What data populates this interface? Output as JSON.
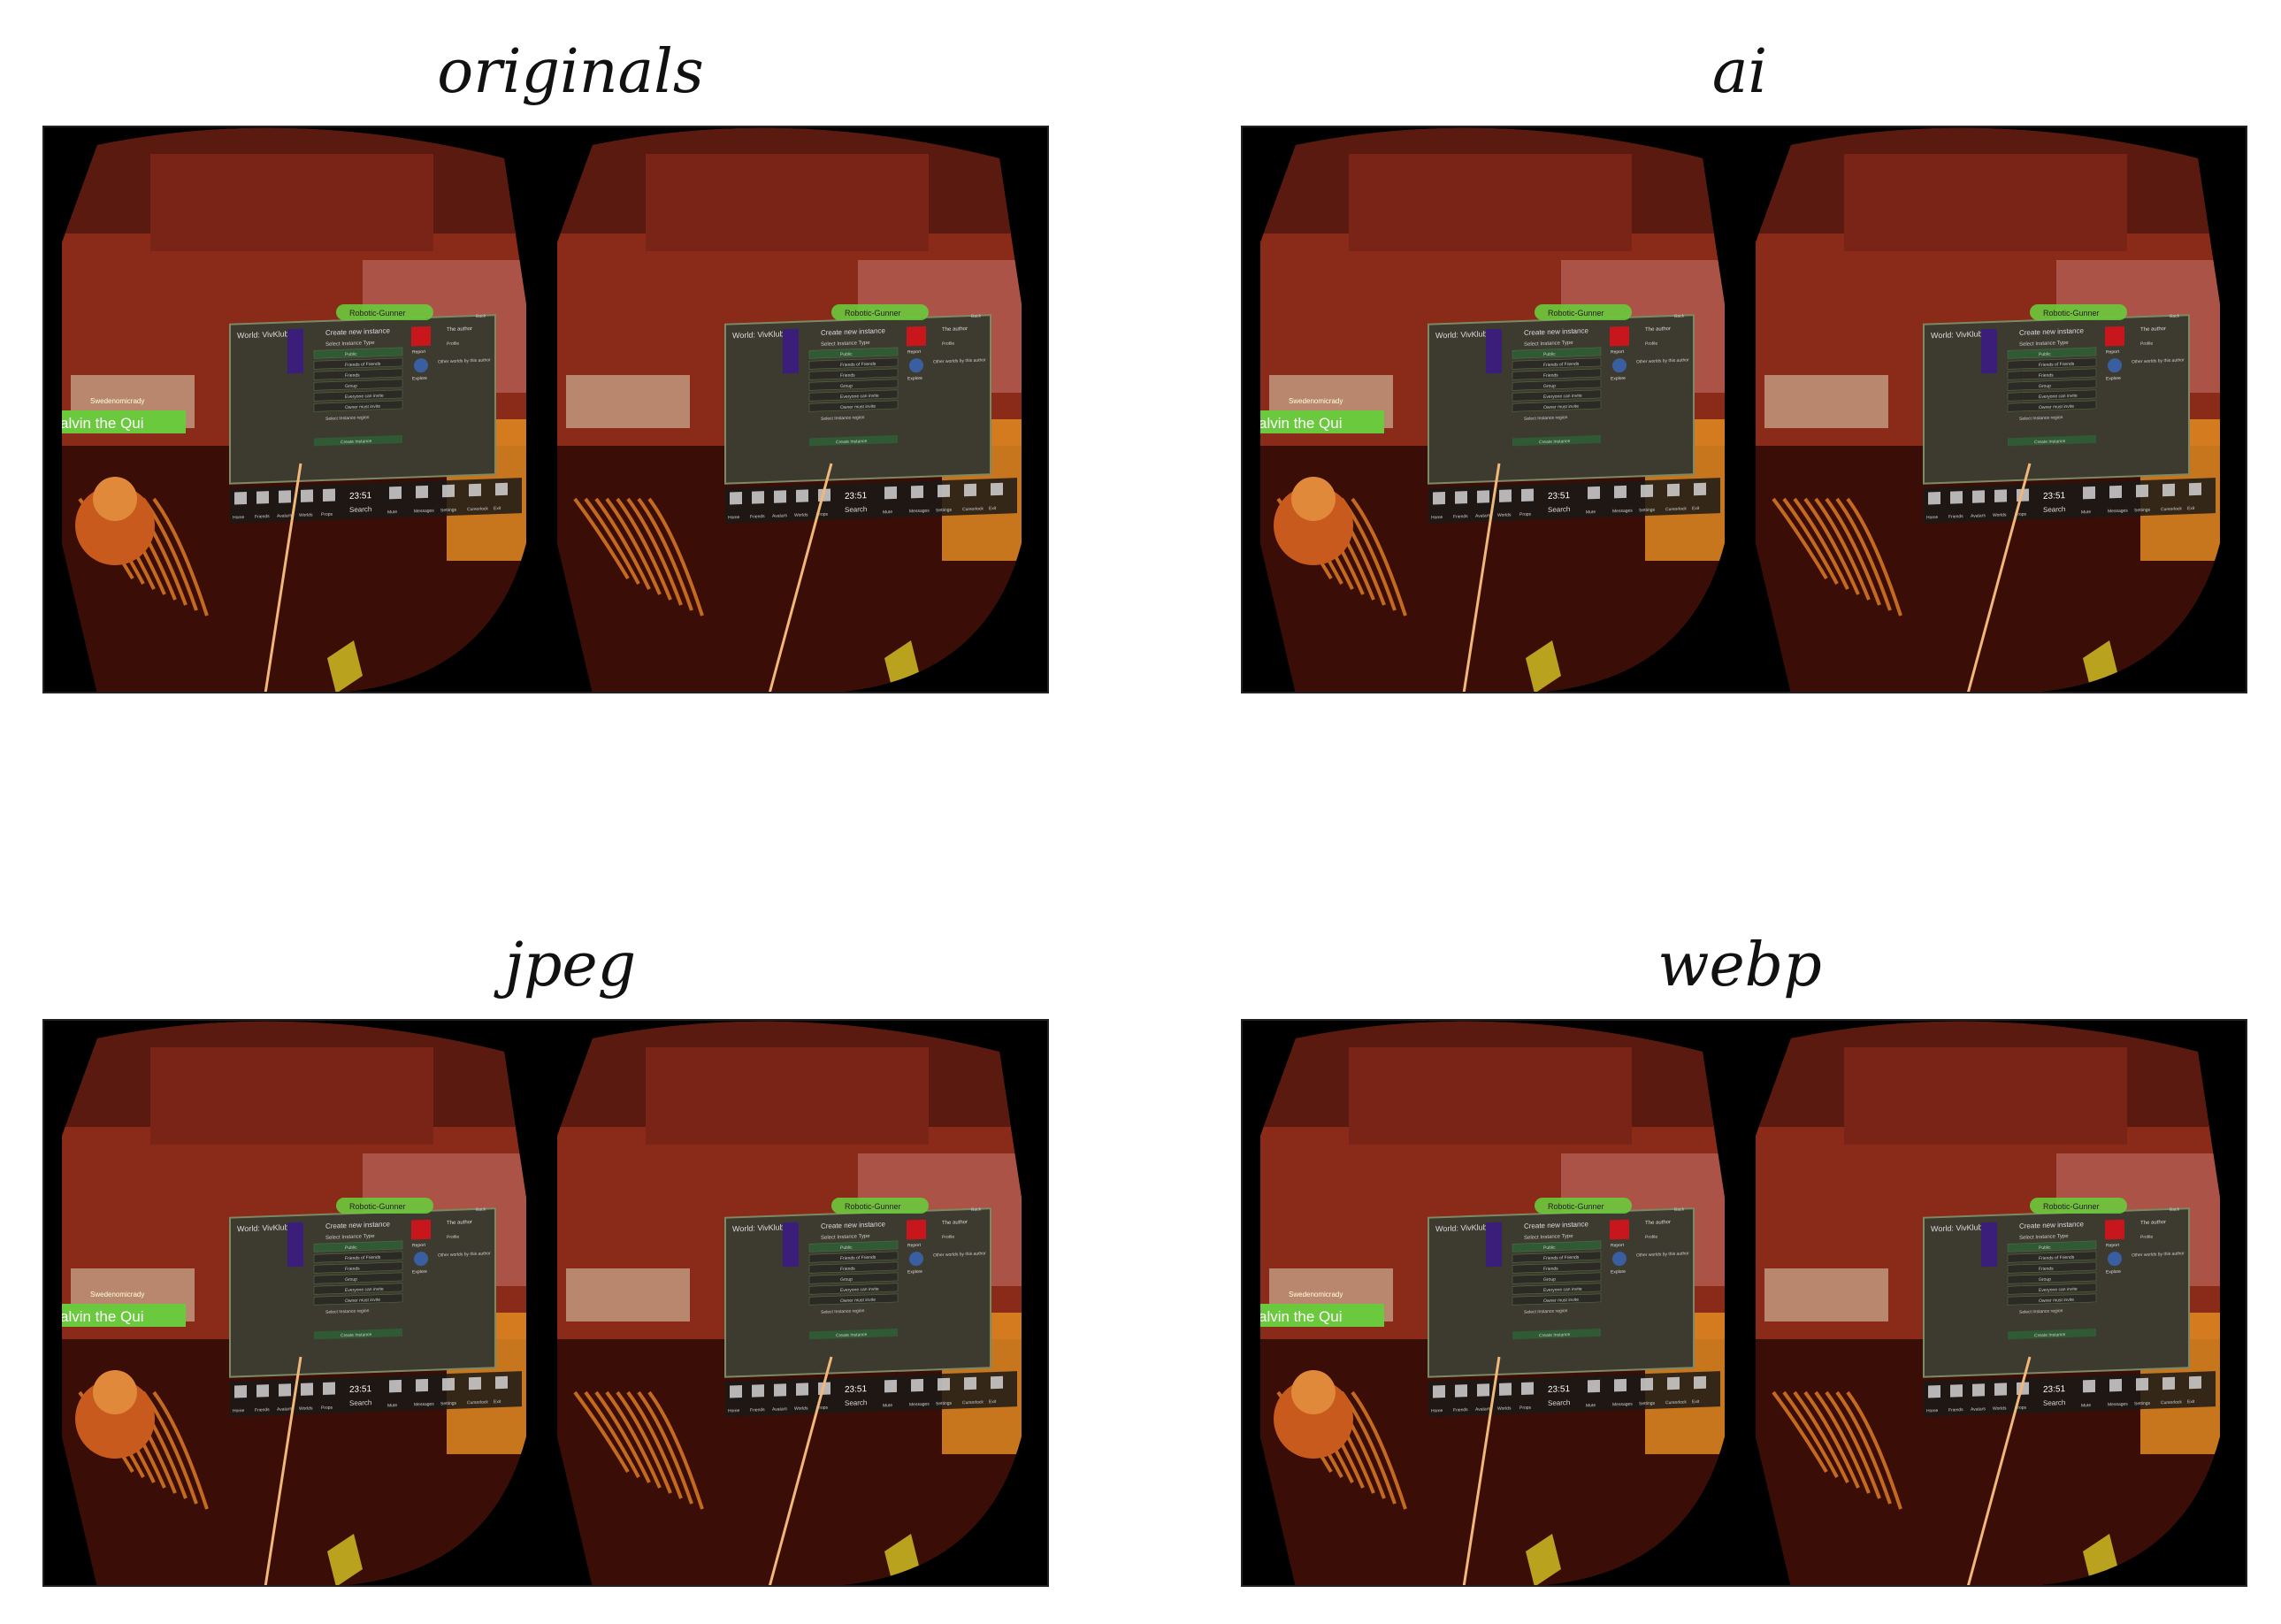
{
  "figure": {
    "panels": [
      {
        "title": "originals"
      },
      {
        "title": "ai"
      },
      {
        "title": "jpeg"
      },
      {
        "title": "webp"
      }
    ]
  },
  "scene": {
    "nameplate_top": "Robotic-Gunner",
    "nameplate_left": "alvin the Qui",
    "nameplate_small": "Swedenomicrady",
    "menu": {
      "world_title": "World: VivKlub",
      "create_title": "Create new instance",
      "select_type": "Select Instance Type",
      "options": [
        "Public",
        "Friends of Friends",
        "Friends",
        "Group",
        "Everyone can invite",
        "Owner must invite"
      ],
      "select_region": "Select Instance region",
      "create_button": "Create Instance",
      "report": "Report",
      "explore": "Explore",
      "author": "The author",
      "profile": "Profile",
      "other_worlds": "Other worlds by this author",
      "back": "Back",
      "time": "23:51",
      "search": "Search",
      "toolbar": [
        "Home",
        "Friends",
        "Avatars",
        "Worlds",
        "Props",
        "Mute",
        "Messages",
        "Settings",
        "Cursorlock",
        "Exit"
      ]
    },
    "colors": {
      "wall": "#8a2a18",
      "floor": "#3a0d06",
      "panel_bg": "#3d3a30",
      "panel_border": "#7c8a63",
      "nameplate": "#6ac93c",
      "accent_red": "#c8161d"
    }
  }
}
